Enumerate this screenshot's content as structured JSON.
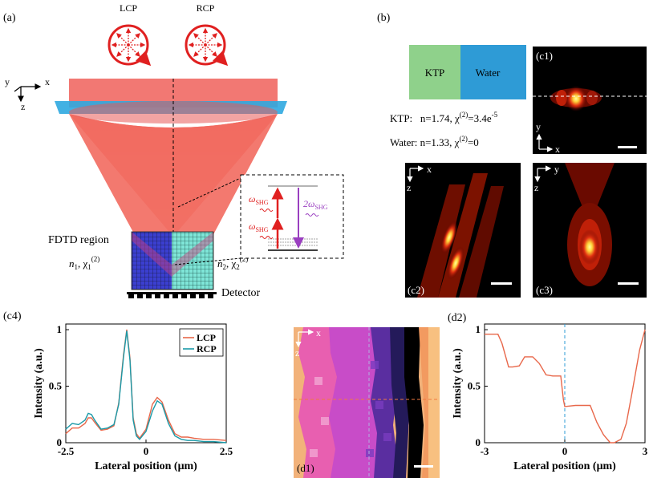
{
  "panel_a": {
    "label": "(a)",
    "lcp": "LCP",
    "rcp": "RCP",
    "axis_y": "y",
    "axis_x": "x",
    "axis_z": "z",
    "fdtd": "FDTD region",
    "n1": "n",
    "n1_sub": "1",
    "chi1": ", χ",
    "chi1_sub": "1",
    "chi1_sup": "(2)",
    "n2": "n",
    "n2_sub": "2",
    "chi2": ", χ",
    "chi2_sub": "2",
    "chi2_sup": "(2)",
    "detector": "Detector",
    "omega1": "ω",
    "omega1_sub": "SHG",
    "omega2": "ω",
    "omega2_sub": "SHG",
    "two_omega": "2ω",
    "two_omega_sub": "SHG"
  },
  "panel_b": {
    "label": "(b)",
    "ktp_box": "KTP",
    "water_box": "Water",
    "ktp_line_a": "KTP:   n=1.74, χ",
    "ktp_line_sup": "(2)",
    "ktp_line_b": "=3.4e",
    "ktp_line_exp": "-5",
    "water_line_a": "Water: n=1.33, χ",
    "water_line_sup": "(2)",
    "water_line_b": "=0",
    "colors": {
      "ktp": "#8fd18b",
      "water": "#2e9bd6"
    }
  },
  "panel_c1": {
    "label": "(c1)",
    "axis_v": "y",
    "axis_h": "x"
  },
  "panel_c2": {
    "label": "(c2)",
    "axis_h": "x",
    "axis_v": "z"
  },
  "panel_c3": {
    "label": "(c3)",
    "axis_h": "y",
    "axis_v": "z"
  },
  "panel_c4": {
    "label": "(c4)"
  },
  "panel_d1": {
    "label": "(d1)",
    "axis_h": "x",
    "axis_v": "z"
  },
  "panel_d2": {
    "label": "(d2)"
  },
  "chart_data": [
    {
      "id": "c4",
      "type": "line",
      "xlabel": "Lateral position (μm)",
      "ylabel": "Intensity (a.u.)",
      "xlim": [
        -2.5,
        2.5
      ],
      "ylim": [
        0,
        1.05
      ],
      "xticks": [
        "-2.5",
        "0",
        "2.5"
      ],
      "yticks": [
        "0",
        "0.5",
        "1"
      ],
      "legend": "top-right",
      "x": [
        -2.5,
        -2.3,
        -2.1,
        -1.9,
        -1.8,
        -1.7,
        -1.6,
        -1.4,
        -1.2,
        -1.0,
        -0.85,
        -0.7,
        -0.6,
        -0.5,
        -0.4,
        -0.3,
        -0.2,
        0.0,
        0.2,
        0.35,
        0.5,
        0.7,
        0.9,
        1.1,
        1.3,
        1.5,
        1.8,
        2.1,
        2.5
      ],
      "series": [
        {
          "name": "LCP",
          "color": "#e8674a",
          "values": [
            0.08,
            0.13,
            0.13,
            0.17,
            0.22,
            0.22,
            0.18,
            0.11,
            0.12,
            0.15,
            0.35,
            0.78,
            1.0,
            0.75,
            0.22,
            0.08,
            0.04,
            0.12,
            0.34,
            0.4,
            0.36,
            0.2,
            0.08,
            0.05,
            0.05,
            0.04,
            0.03,
            0.03,
            0.02
          ]
        },
        {
          "name": "RCP",
          "color": "#1a9aa8",
          "values": [
            0.12,
            0.17,
            0.16,
            0.2,
            0.26,
            0.25,
            0.2,
            0.12,
            0.13,
            0.16,
            0.34,
            0.76,
            0.99,
            0.73,
            0.2,
            0.06,
            0.03,
            0.1,
            0.28,
            0.37,
            0.34,
            0.17,
            0.06,
            0.03,
            0.02,
            0.02,
            0.01,
            0.01,
            0.0
          ]
        }
      ]
    },
    {
      "id": "d2",
      "type": "line",
      "xlabel": "Lateral position (μm)",
      "ylabel": "Intensity (a.u.)",
      "xlim": [
        -3,
        3
      ],
      "ylim": [
        0,
        1.05
      ],
      "xticks": [
        "-3",
        "0",
        "3"
      ],
      "yticks": [
        "0",
        "0.5",
        "1"
      ],
      "x": [
        -3.0,
        -2.5,
        -2.35,
        -2.1,
        -1.95,
        -1.7,
        -1.5,
        -1.2,
        -0.95,
        -0.7,
        -0.45,
        -0.15,
        -0.05,
        0.0,
        0.4,
        0.95,
        1.2,
        1.45,
        1.7,
        1.85,
        2.1,
        2.3,
        2.5,
        2.8,
        3.0
      ],
      "series": [
        {
          "name": "",
          "color": "#e8674a",
          "values": [
            0.96,
            0.96,
            0.88,
            0.67,
            0.67,
            0.68,
            0.76,
            0.76,
            0.7,
            0.6,
            0.59,
            0.59,
            0.38,
            0.32,
            0.33,
            0.33,
            0.18,
            0.07,
            0.0,
            0.0,
            0.03,
            0.17,
            0.42,
            0.82,
            1.0
          ]
        }
      ],
      "vline_x": 0.0,
      "vline_color": "#2e9bd6"
    }
  ]
}
